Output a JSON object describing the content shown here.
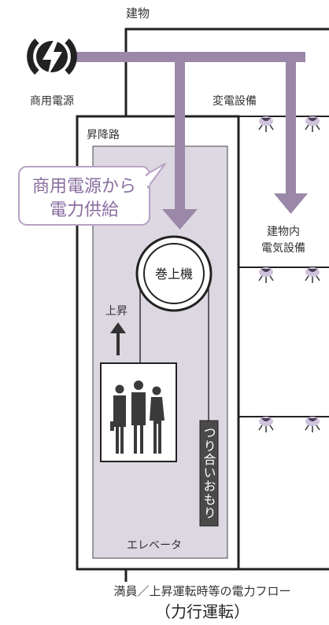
{
  "labels": {
    "building": "建物",
    "commercial_power": "商用電源",
    "substation": "変電設備",
    "shaft": "昇降路",
    "callout_line1": "商用電源から",
    "callout_line2": "電力供給",
    "building_equipment_line1": "建物内",
    "building_equipment_line2": "電気設備",
    "hoist": "巻上機",
    "ascending": "上昇",
    "counterweight": "つり合いおもり",
    "elevator": "エレベータ",
    "caption": "満員／上昇運転時等の電力フロー",
    "mode": "（力行運転）"
  },
  "colors": {
    "flow_arrow": "#9b88a8",
    "shaft_fill": "#ddd7e2",
    "callout_border": "#b7a2c4",
    "callout_text": "#8a6e9f",
    "light_glow": "#cfc2dc",
    "counterweight_fill": "#4a4a4a"
  },
  "icons": {
    "power": "lightning-bolt-icon",
    "people": "passengers-icon",
    "lights": "ceiling-light-icon"
  }
}
